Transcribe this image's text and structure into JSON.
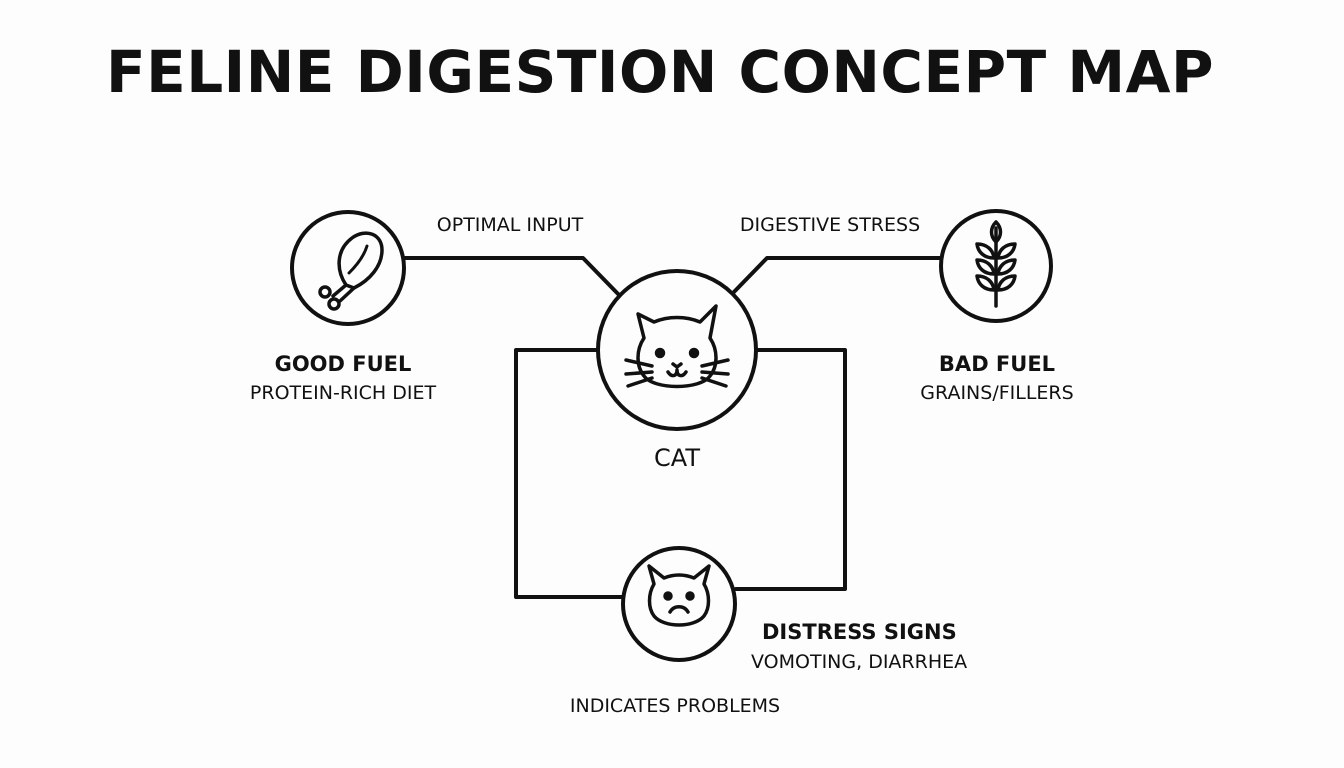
{
  "title": "FELINE DIGESTION CONCEPT MAP",
  "edges": {
    "optimal_input": "OPTIMAL INPUT",
    "digestive_stress": "DIGESTIVE STRESS",
    "indicates_problems": "INDICATES PROBLEMS"
  },
  "nodes": {
    "good_fuel": {
      "title": "GOOD FUEL",
      "subtitle": "PROTEIN-RICH DIET",
      "icon": "drumstick-icon"
    },
    "bad_fuel": {
      "title": "BAD FUEL",
      "subtitle": "GRAINS/FILLERS",
      "icon": "wheat-icon"
    },
    "cat": {
      "title": "CAT",
      "icon": "cat-face-icon"
    },
    "distress": {
      "title": "DISTRESS SIGNS",
      "subtitle": "VOMOTING, DIARRHEA",
      "icon": "sad-cat-icon"
    }
  }
}
